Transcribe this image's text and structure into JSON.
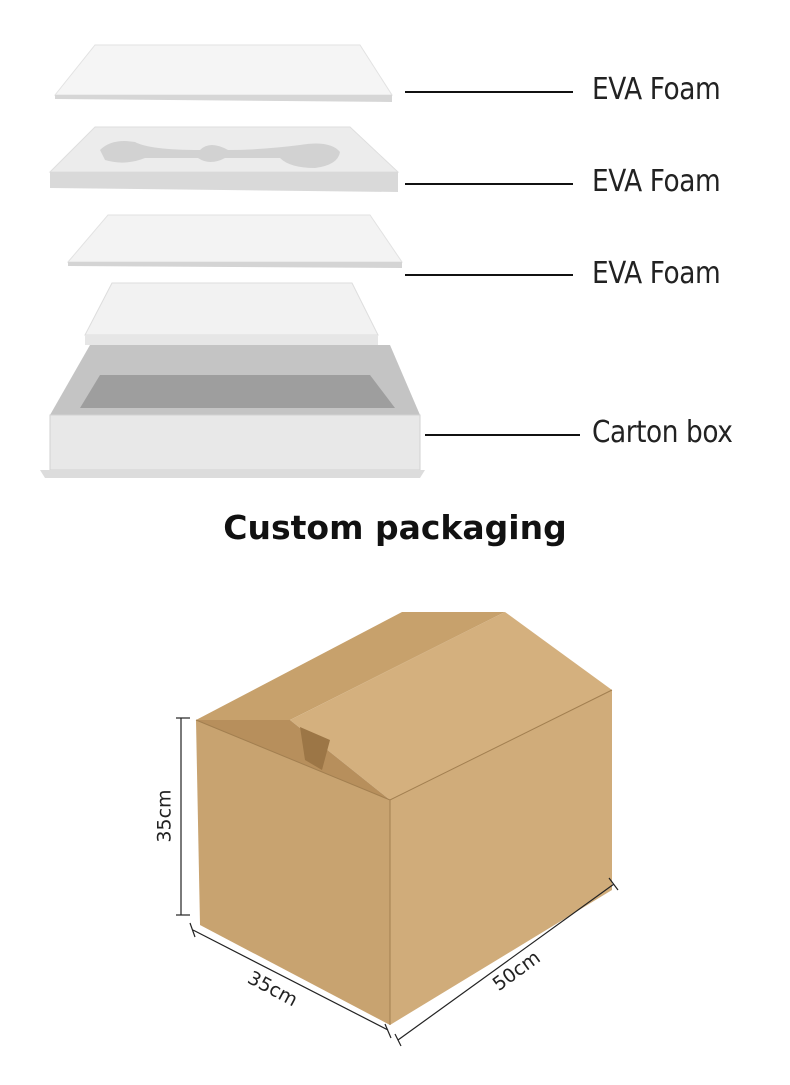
{
  "layers": [
    {
      "label": "EVA Foam"
    },
    {
      "label": "EVA Foam"
    },
    {
      "label": "EVA Foam"
    },
    {
      "label": "Carton box"
    }
  ],
  "title": "Custom packaging",
  "dimensions": {
    "height": "35cm",
    "depth": "35cm",
    "width": "50cm"
  },
  "colors": {
    "foam": "#f3f3f3",
    "box_inner": "#bdbdbd",
    "cardboard": "#c9a473"
  }
}
